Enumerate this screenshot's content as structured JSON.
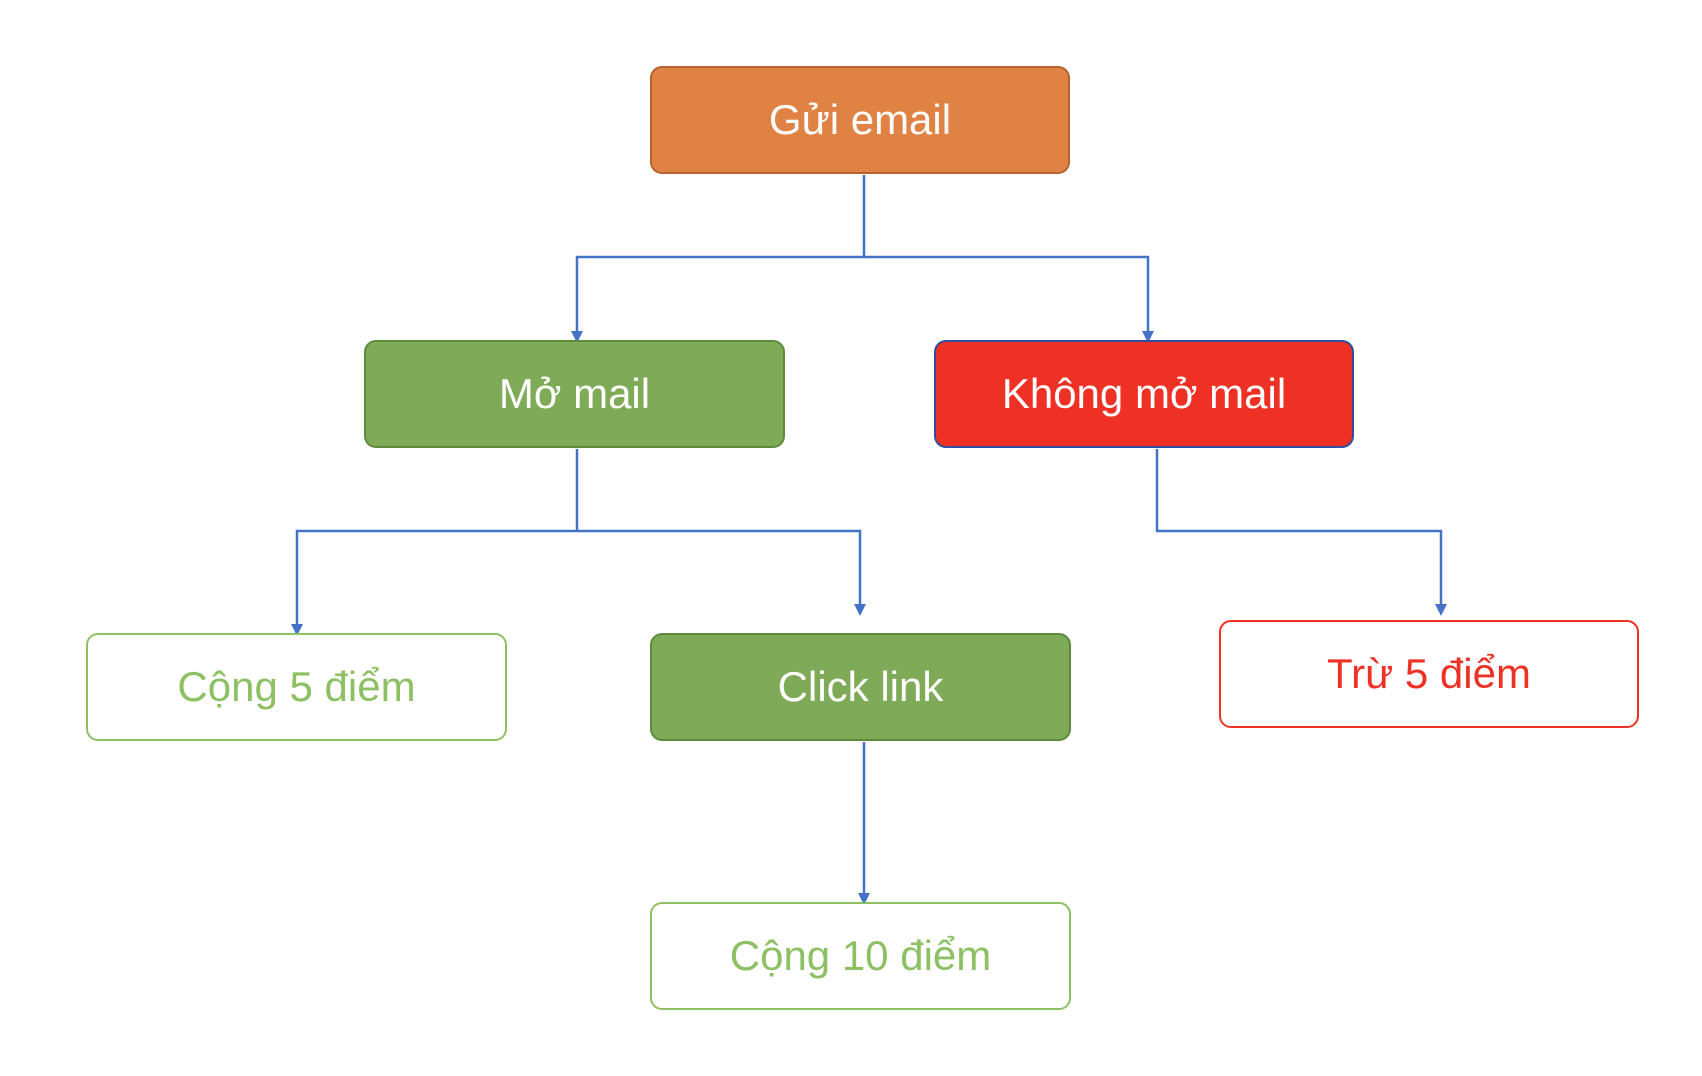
{
  "diagram": {
    "colors": {
      "connector": "#4472c4",
      "orange": "#e08244",
      "green": "#7fab58",
      "light_green": "#8cc063",
      "red": "#ee3124"
    },
    "nodes": {
      "send_email": "Gửi email",
      "open_mail": "Mở mail",
      "not_open_mail": "Không mở mail",
      "plus_5": "Cộng 5 điểm",
      "click_link": "Click link",
      "minus_5": "Trừ 5 điểm",
      "plus_10": "Cộng 10 điểm"
    }
  }
}
